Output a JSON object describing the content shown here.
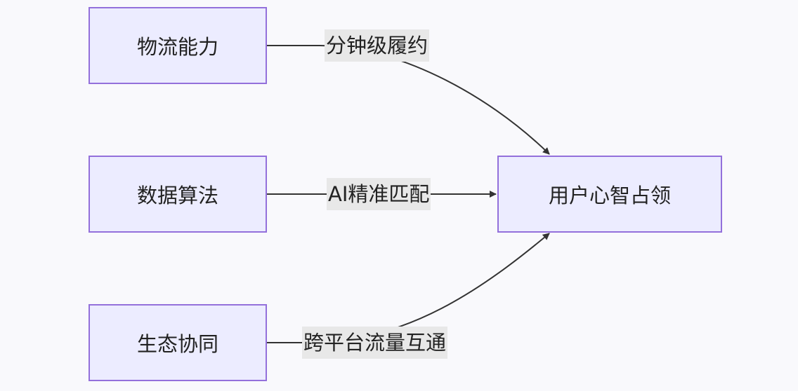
{
  "nodes": {
    "logistics": "物流能力",
    "data": "数据算法",
    "ecosystem": "生态协同",
    "target": "用户心智占领"
  },
  "edges": [
    {
      "from": "logistics",
      "to": "target",
      "label": "分钟级履约"
    },
    {
      "from": "data",
      "to": "target",
      "label": "AI精准匹配"
    },
    {
      "from": "ecosystem",
      "to": "target",
      "label": "跨平台流量互通"
    }
  ],
  "colors": {
    "node_fill": "#ececff",
    "node_border": "#9370db",
    "edge": "#333333",
    "label_bg": "#e8e8e8"
  }
}
